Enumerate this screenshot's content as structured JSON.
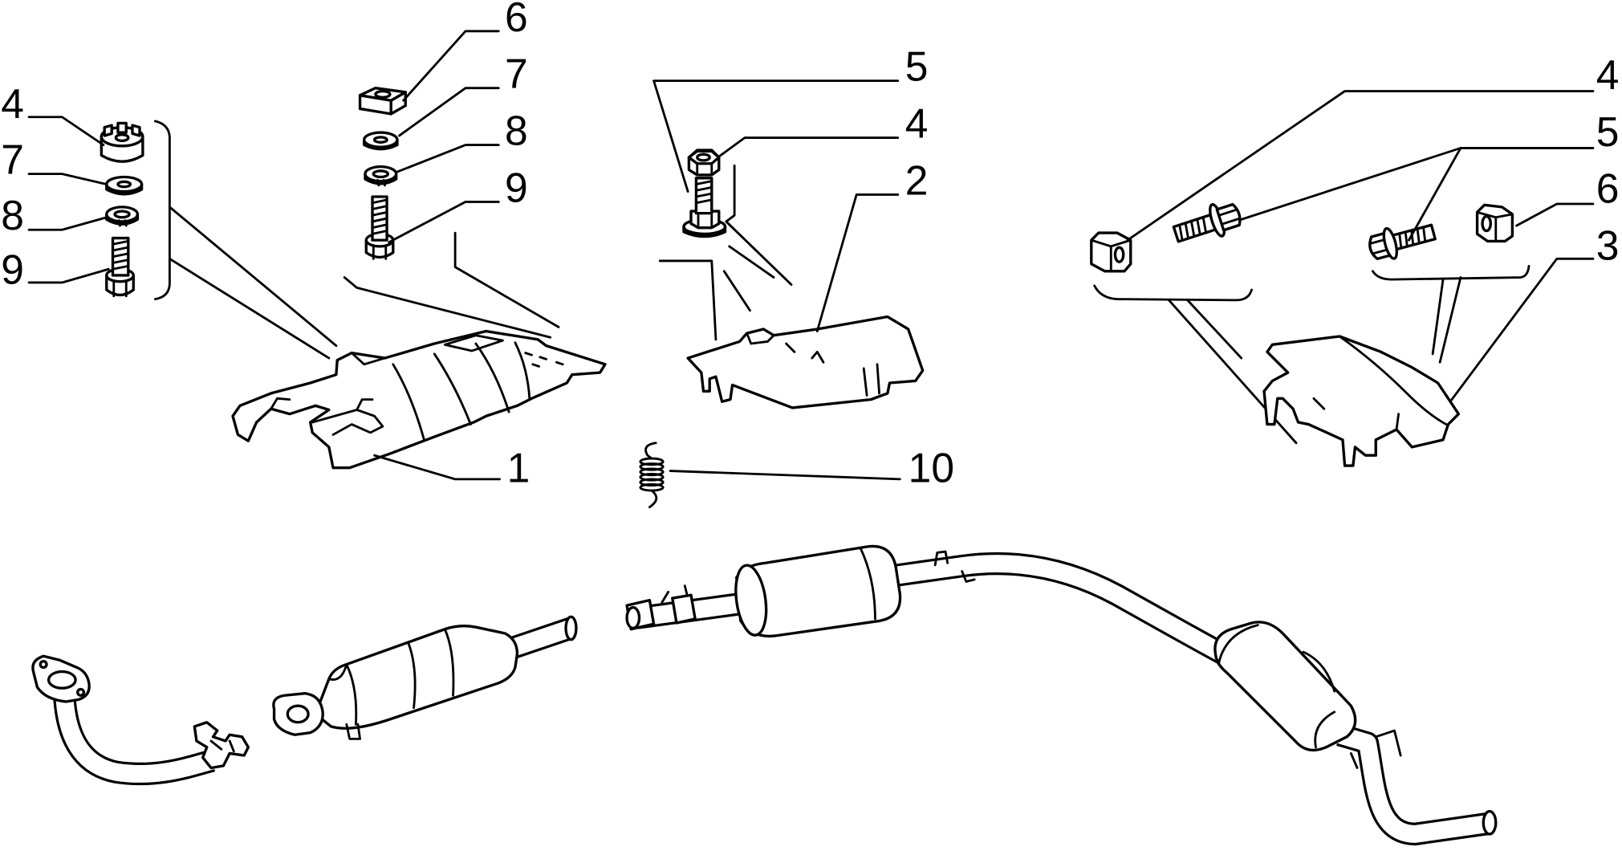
{
  "diagram": {
    "callouts": {
      "left_fasteners": [
        "4",
        "7",
        "8",
        "9"
      ],
      "upper_fasteners": [
        "6",
        "7",
        "8",
        "9"
      ],
      "center_fasteners": [
        "5",
        "4",
        "2"
      ],
      "front_heat_shield": "1",
      "spring": "10",
      "right_fasteners": [
        "4",
        "5",
        "6",
        "3"
      ]
    }
  },
  "colors": {
    "line": "#000000",
    "background": "#ffffff"
  }
}
